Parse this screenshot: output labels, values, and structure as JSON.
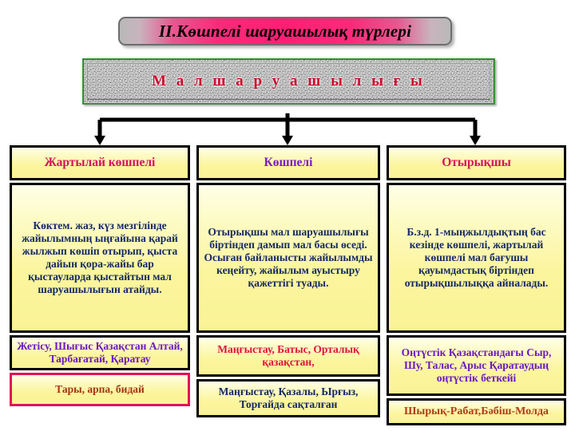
{
  "slide": {
    "title": "II.Көшпелі шаруашылық түрлері",
    "root_box_label": "М а л   ш а р у а ш ы л ы ғ ы",
    "colors": {
      "title_accent": "#ff1f74",
      "root_text": "#d00a2e",
      "cell_background": "#fbf59d",
      "cell_border": "#000000",
      "highlight_border": "#e01257",
      "body_text": "#152a63",
      "crimson": "#d81158",
      "violet": "#7a18c9",
      "brown": "#a63415",
      "texture_green": "#3f8f3f"
    }
  },
  "columns": [
    {
      "id": "col-1",
      "header": "Жартылай көшпелі",
      "body": "Көктем. жаз, күз мезгілінде жайылымның ыңғайына қарай жылжып көшіп отырып, қыста дайын қора-жайы бар қыстауларда қыстайтын мал шаруашылығын атайды.",
      "region": "Жетісу, Шығыс Қазақстан Алтай, Тарбағатай, Қаратау",
      "crop": "Тары, арпа, бидай"
    },
    {
      "id": "col-2",
      "header": "Көшпелі",
      "body": "Отырықшы мал шаруашылығы біртіндеп дамып мал басы өседі. Осыған байланысты жайылымды кеңейту, жайылым ауыстыру қажеттігі туады.",
      "region": "Маңғыстау, Батыс, Орталық қазақстан,",
      "crop": "Маңғыстау, Қазалы, Ырғыз, Торғайда сақталған"
    },
    {
      "id": "col-3",
      "header": "Отырықшы",
      "body": "Б.з.д. 1-мыңжылдықтың бас кезінде көшпелі, жартылай көшпелі мал бағушы қауымдастық біртіндеп отырықшылыққа айналады.",
      "region": "Оңтүстік Қазақстандағы Сыр, Шу, Талас, Арыс Қаратаудың оңтүстік беткейі",
      "crop": "Шырық-Рабат,Бәбіш-Молда"
    }
  ],
  "connectors": {
    "description": "Бір деңгейден үш бағанға тарайтын тік бұрышты көрсеткілер",
    "arrow_count": 3
  }
}
